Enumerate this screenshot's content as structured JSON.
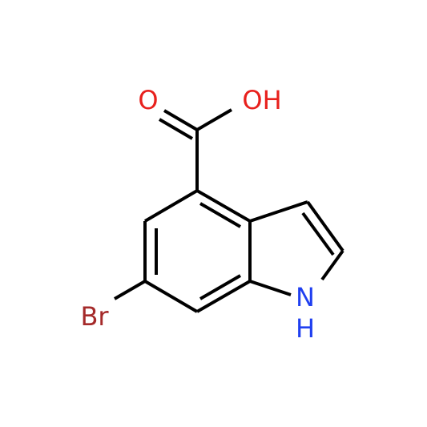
{
  "molecule": {
    "atoms": {
      "carbonyl_oxygen": {
        "label": "O",
        "color": "#e8201c"
      },
      "hydroxyl": {
        "label": "OH",
        "color": "#e8201c"
      },
      "bromine": {
        "label": "Br",
        "color": "#a52a2a"
      },
      "nitrogen": {
        "label": "N",
        "color": "#1f3ff0"
      },
      "nitrogen_hydrogen": {
        "label": "H",
        "color": "#1f3ff0"
      }
    },
    "bond_color": "#000000",
    "background": "#ffffff"
  }
}
